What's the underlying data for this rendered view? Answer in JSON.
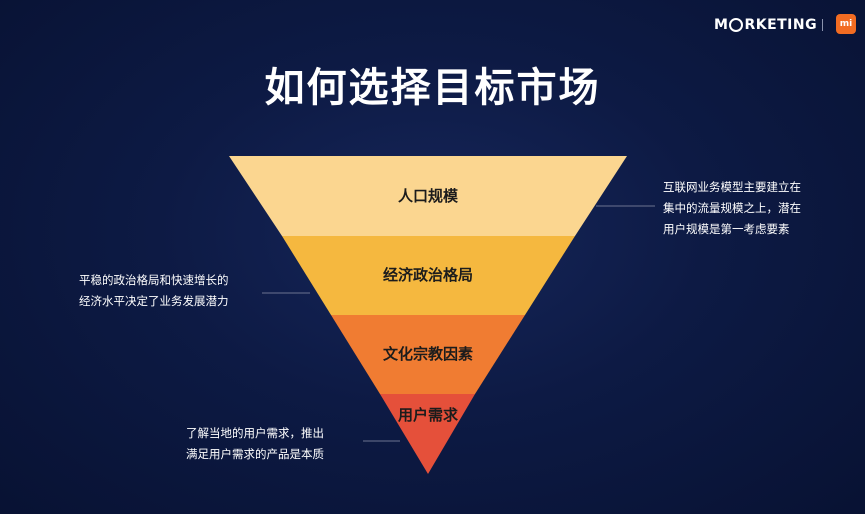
{
  "brand": {
    "wordmark_prefix": "M",
    "wordmark_suffix": "RKETING",
    "divider": "|",
    "mi_logo": "mi"
  },
  "title": "如何选择目标市场",
  "funnel": {
    "layers": [
      {
        "label": "人口规模",
        "color": "#fbd690"
      },
      {
        "label": "经济政治格局",
        "color": "#f5b83f"
      },
      {
        "label": "文化宗教因素",
        "color": "#f07c32"
      },
      {
        "label": "用户需求",
        "color": "#e5503a"
      }
    ]
  },
  "notes": {
    "top_right": [
      "互联网业务模型主要建立在",
      "集中的流量规模之上，潜在",
      "用户规模是第一考虑要素"
    ],
    "mid_left": [
      "平稳的政治格局和快速增长的",
      "经济水平决定了业务发展潜力"
    ],
    "bottom_left": [
      "了解当地的用户需求，推出",
      "满足用户需求的产品是本质"
    ]
  },
  "colors": {
    "background": "#0d1a44",
    "leader_line": "#6c7390",
    "accent_orange": "#f26c22"
  }
}
